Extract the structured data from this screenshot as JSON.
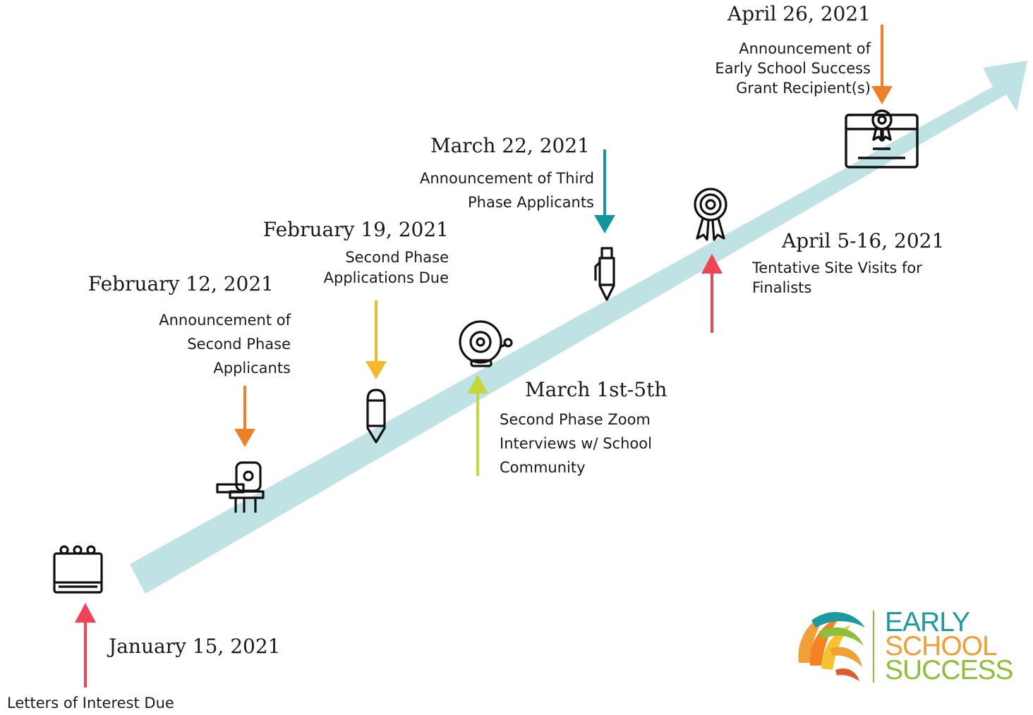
{
  "colors": {
    "ribbon": "#bfe2e4",
    "red": "#ee4455",
    "orange": "#f07f29",
    "yellow": "#f7b92b",
    "lime": "#c5d73c",
    "teal": "#14959b",
    "logo_orange": "#f0a036",
    "logo_green": "#8fbe3c",
    "logo_teal": "#1e9a9f"
  },
  "milestones": [
    {
      "date": "January 15, 2021",
      "lines": [
        "Letters of Interest Due"
      ],
      "icon": "calendar-icon",
      "arrow": "red"
    },
    {
      "date": "February 12, 2021",
      "lines": [
        "Announcement of",
        "Second Phase",
        "Applicants"
      ],
      "icon": "school-desk-icon",
      "arrow": "orange"
    },
    {
      "date": "February 19, 2021",
      "lines": [
        "Second Phase",
        "Applications Due"
      ],
      "icon": "pencil-icon",
      "arrow": "yellow"
    },
    {
      "date": "March 1st-5th",
      "lines": [
        "Second Phase Zoom",
        "Interviews w/ School",
        "Community"
      ],
      "icon": "school-bell-icon",
      "arrow": "lime"
    },
    {
      "date": "March 22, 2021",
      "lines": [
        "Announcement of Third",
        "Phase Applicants"
      ],
      "icon": "pen-icon",
      "arrow": "teal"
    },
    {
      "date": "April 5-16, 2021",
      "lines": [
        "Tentative Site Visits for",
        "Finalists"
      ],
      "icon": "award-ribbon-icon",
      "arrow": "red"
    },
    {
      "date": "April 26, 2021",
      "lines": [
        "Announcement of",
        "Early School Success",
        "Grant Recipient(s)"
      ],
      "icon": "certificate-icon",
      "arrow": "orange"
    }
  ],
  "logo": {
    "lines": [
      "EARLY",
      "SCHOOL",
      "SUCCESS"
    ]
  }
}
